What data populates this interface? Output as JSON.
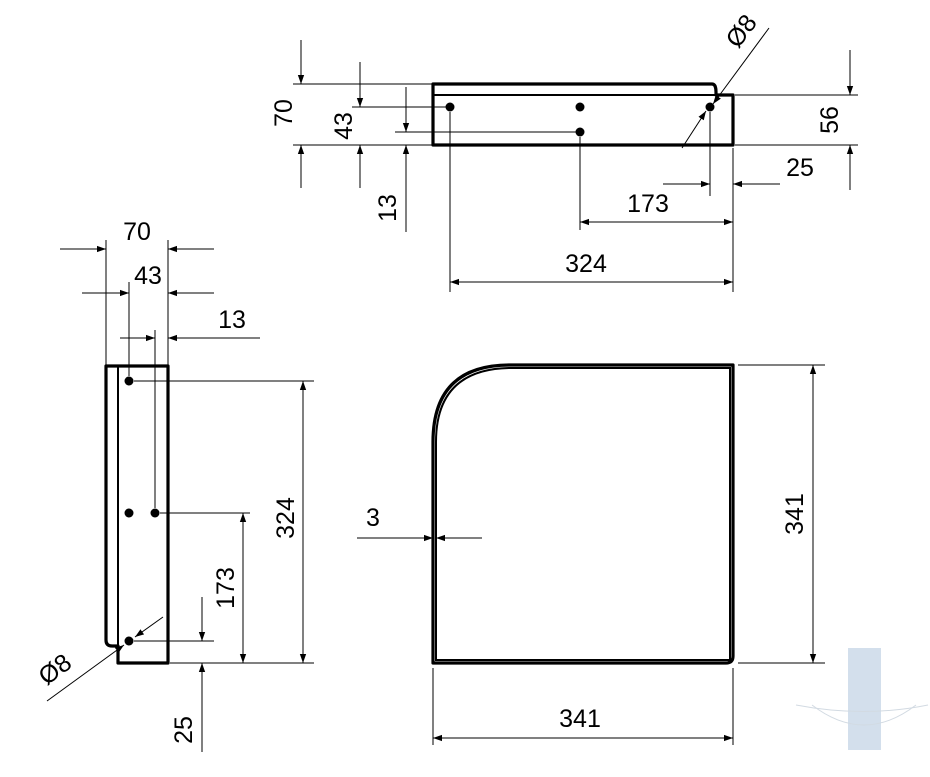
{
  "dimensions": {
    "top_view": {
      "d70": "70",
      "d43": "43",
      "d13": "13",
      "d_hole": "Ø8",
      "d56": "56",
      "d25": "25",
      "d173": "173",
      "d324": "324"
    },
    "side_view": {
      "d70": "70",
      "d43": "43",
      "d13": "13",
      "d324": "324",
      "d173": "173",
      "d_hole": "Ø8",
      "d25": "25"
    },
    "front_view": {
      "d3": "3",
      "d341_height": "341",
      "d341_width": "341"
    }
  },
  "colors": {
    "line": "#000000",
    "background": "#ffffff",
    "watermark": "#c9d8e8"
  }
}
